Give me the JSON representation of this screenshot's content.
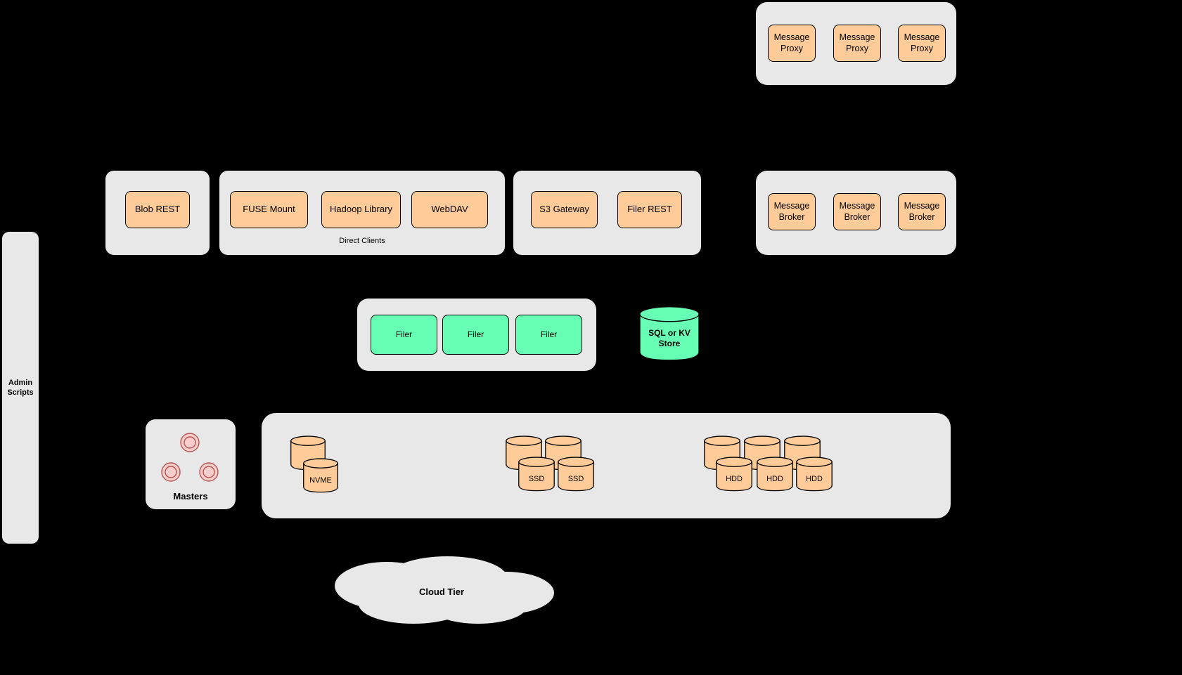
{
  "palette": {
    "background": "#000000",
    "container": "#e8e8e8",
    "orange": "#ffcc99",
    "green": "#66ffb3",
    "pink": "#f8cecc",
    "pink_border": "#b85450",
    "border": "#000000"
  },
  "admin_panel": {
    "label": "Admin Scripts"
  },
  "message_proxies": {
    "items": [
      "Message Proxy",
      "Message Proxy",
      "Message Proxy"
    ]
  },
  "blob_group": {
    "blob_rest": "Blob REST"
  },
  "direct_clients": {
    "caption": "Direct Clients",
    "fuse_mount": "FUSE Mount",
    "hadoop_library": "Hadoop Library",
    "webdav": "WebDAV"
  },
  "gateways": {
    "s3_gateway": "S3 Gateway",
    "filer_rest": "Filer REST"
  },
  "message_brokers": {
    "items": [
      "Message Broker",
      "Message Broker",
      "Message Broker"
    ]
  },
  "filers": {
    "items": [
      "Filer",
      "Filer",
      "Filer"
    ]
  },
  "store": {
    "label": "SQL or KV Store"
  },
  "masters": {
    "label": "Masters"
  },
  "volume_servers": {
    "nvme": {
      "label": "NVME"
    },
    "ssd": {
      "labels": [
        "SSD",
        "SSD"
      ]
    },
    "hdd": {
      "labels": [
        "HDD",
        "HDD",
        "HDD"
      ]
    }
  },
  "cloud": {
    "label": "Cloud Tier"
  }
}
